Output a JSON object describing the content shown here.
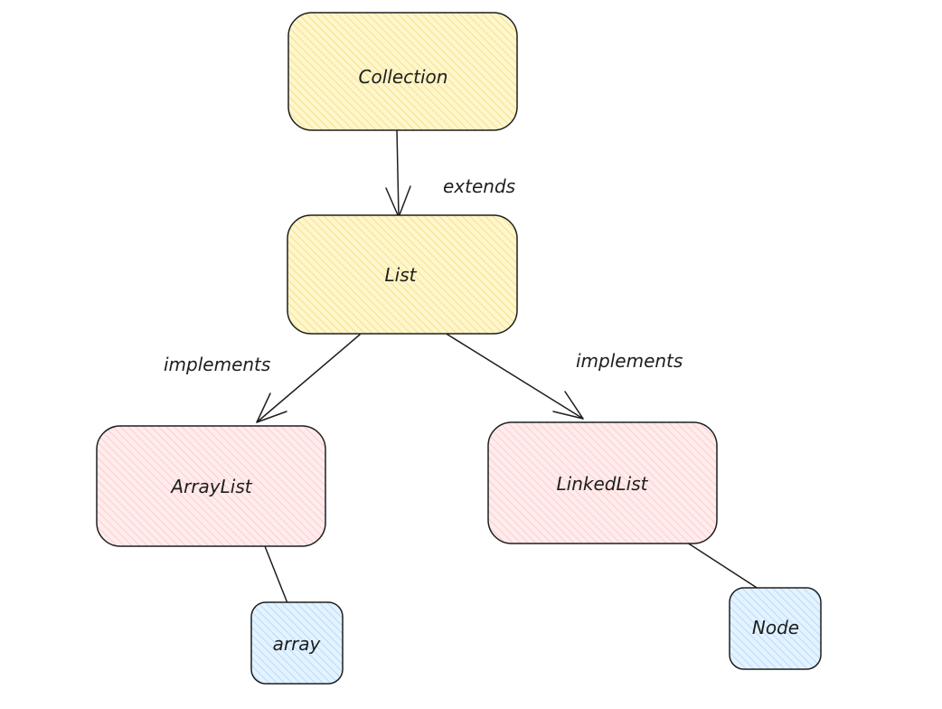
{
  "colors": {
    "stroke": "#1e1e1e",
    "interface_fill": "#fff3bf",
    "interface_hatch": "#f3e58a",
    "class_fill": "#ffe3e3",
    "class_hatch": "#ffc9c9",
    "internal_fill": "#d0ebff",
    "internal_hatch": "#a5d8ff"
  },
  "nodes": {
    "collection": {
      "label": "Collection"
    },
    "list": {
      "label": "List"
    },
    "arraylist": {
      "label": "ArrayList"
    },
    "linkedlist": {
      "label": "LinkedList"
    },
    "array": {
      "label": "array"
    },
    "node": {
      "label": "Node"
    }
  },
  "edges": {
    "collection_list": {
      "label": "extends"
    },
    "list_arraylist": {
      "label": "implements"
    },
    "list_linkedlist": {
      "label": "implements"
    },
    "arraylist_array": {
      "label": ""
    },
    "linkedlist_node": {
      "label": ""
    }
  }
}
